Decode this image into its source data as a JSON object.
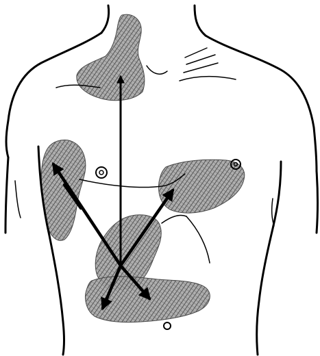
{
  "figure": {
    "shaded_regions": [
      "neck-upper-chest-region",
      "right-axilla-region",
      "left-chest-region",
      "epigastric-region",
      "upper-abdomen-region"
    ],
    "arrows": [
      "upward-vertical-arrow",
      "arrow-to-right-axilla",
      "arrow-to-left-chest",
      "arrow-down-right",
      "arrow-down-left"
    ],
    "colors": {
      "ink": "#000000",
      "shade": "#6b6b6b",
      "background": "#ffffff"
    }
  }
}
